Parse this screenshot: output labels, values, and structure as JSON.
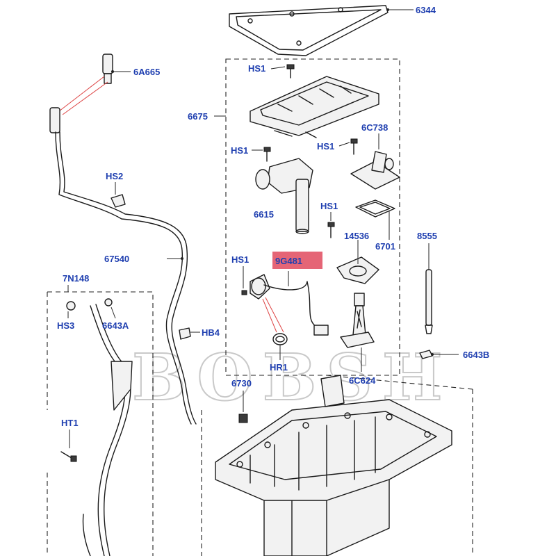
{
  "watermark": "BOBSH",
  "highlight_color": "#e04a5e",
  "label_color": "#1f3fb0",
  "callouts": {
    "c6344": "6344",
    "c6A665": "6A665",
    "c6675": "6675",
    "cHS1_top": "HS1",
    "cHS1_mid": "HS1",
    "c6C738": "6C738",
    "cHS1_right": "HS1",
    "cHS2": "HS2",
    "c6615": "6615",
    "cHS1_lower": "HS1",
    "c14536": "14536",
    "c6701": "6701",
    "c8555": "8555",
    "c67540": "67540",
    "cHS1_left": "HS1",
    "c9G481": "9G481",
    "c7N148": "7N148",
    "cHS3": "HS3",
    "c6643A": "6643A",
    "cHB4": "HB4",
    "cHR1": "HR1",
    "c6C624": "6C624",
    "c6643B": "6643B",
    "c6730": "6730",
    "cHT1": "HT1"
  }
}
